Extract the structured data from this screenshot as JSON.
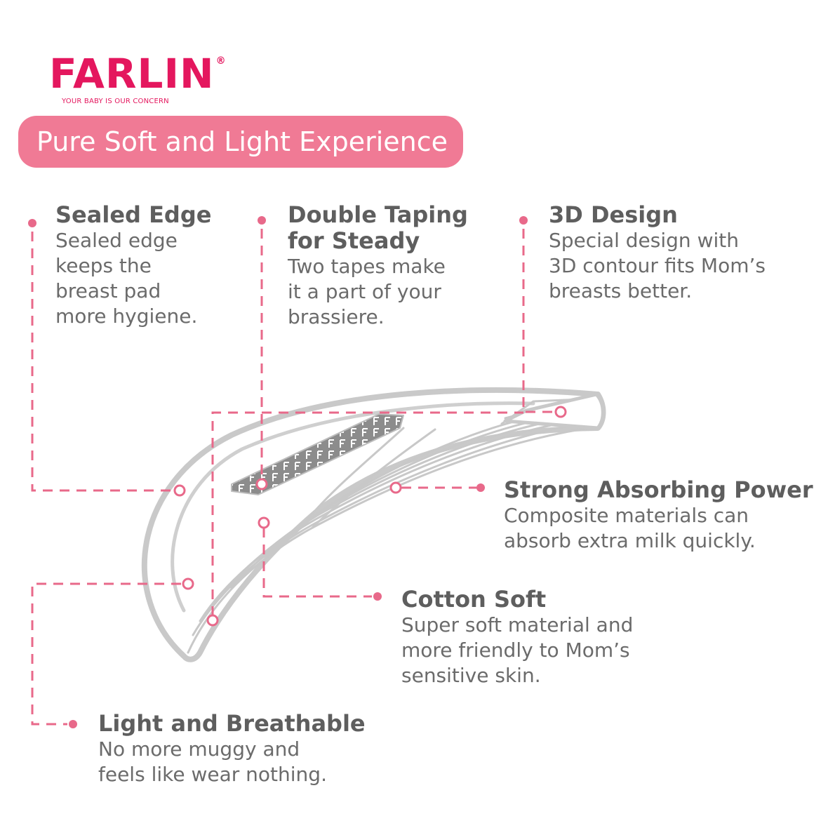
{
  "brand": {
    "name": "FARLIN",
    "registered": "®",
    "tagline": "YOUR BABY IS OUR CONCERN",
    "color": "#e4175e"
  },
  "banner": {
    "text": "Pure Soft and Light Experience",
    "color": "#f07a95"
  },
  "accent_color": "#e8698a",
  "product_icon": "breast-pad-illustration",
  "features": {
    "sealed_edge": {
      "title": "Sealed Edge",
      "lines": [
        "Sealed edge",
        "keeps the",
        "breast pad",
        "more hygiene."
      ]
    },
    "double_taping": {
      "title_lines": [
        "Double Taping",
        "for Steady"
      ],
      "lines": [
        "Two tapes make",
        "it a part of your",
        "brassiere."
      ]
    },
    "design_3d": {
      "title": "3D Design",
      "lines": [
        "Special design with",
        "3D contour fits Mom’s",
        "breasts better."
      ]
    },
    "absorbing": {
      "title": "Strong Absorbing Power",
      "lines": [
        "Composite materials can",
        "absorb extra milk quickly."
      ]
    },
    "cotton_soft": {
      "title": "Cotton Soft",
      "lines": [
        "Super soft material and",
        "more friendly to Mom’s",
        "sensitive skin."
      ]
    },
    "breathable": {
      "title": "Light and Breathable",
      "lines": [
        "No more muggy and",
        "feels like wear nothing."
      ]
    }
  }
}
